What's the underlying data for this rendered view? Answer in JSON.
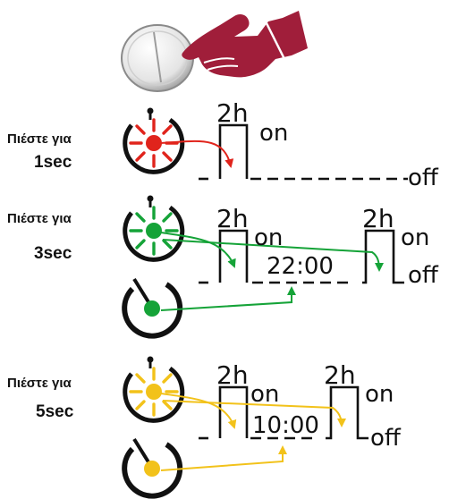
{
  "colors": {
    "red": "#e0241c",
    "green": "#15a338",
    "yellow": "#f2c21a",
    "hand": "#a01e3a",
    "ink": "#111111"
  },
  "icons": {
    "top": [
      "knob-icon",
      "pointing-hand-icon"
    ],
    "press_button": "press-button-icon",
    "timer": "stopwatch-icon"
  },
  "steps": [
    {
      "label_line1": "Πιέστε για",
      "label_line2": "1sec",
      "color": "red",
      "pulse_duration": "2h",
      "on_label": "on",
      "off_label": "off"
    },
    {
      "label_line1": "Πιέστε για",
      "label_line2": "3sec",
      "color": "green",
      "pulse_duration_1": "2h",
      "on_label_1": "on",
      "pulse_duration_2": "2h",
      "on_label_2": "on",
      "time": "22:00",
      "off_label": "off"
    },
    {
      "label_line1": "Πιέστε για",
      "label_line2": "5sec",
      "color": "yellow",
      "pulse_duration_1": "2h",
      "on_label_1": "on",
      "pulse_duration_2": "2h",
      "on_label_2": "on",
      "time": "10:00",
      "off_label": "off"
    }
  ]
}
